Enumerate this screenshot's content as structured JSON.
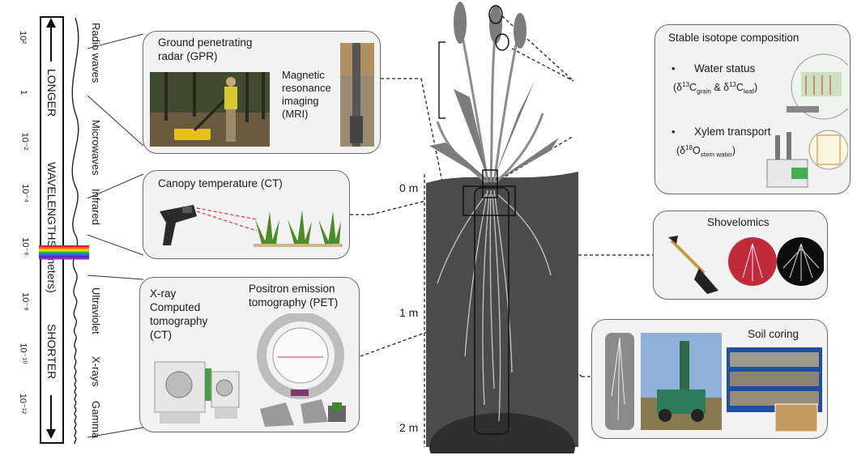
{
  "spectrum": {
    "ticks": [
      "10²",
      "1",
      "10⁻²",
      "10⁻⁴",
      "10⁻⁶",
      "10⁻⁸",
      "10⁻¹⁰",
      "10⁻¹²"
    ],
    "wavelength_label": "WAVELENGTHS (meters)",
    "longer_label": "LONGER",
    "shorter_label": "SHORTER",
    "bands": [
      "Radio waves",
      "Microwaves",
      "Infrared",
      "Ultraviolet",
      "X-rays",
      "Gamma"
    ]
  },
  "panels": {
    "gpr": {
      "title": "Ground penetrating radar (GPR)",
      "line1": "Ground penetrating",
      "line2": "radar (GPR)"
    },
    "mri": {
      "line1": "Magnetic",
      "line2": "resonance",
      "line3": "imaging",
      "line4": "(MRI)"
    },
    "canopy": {
      "title": "Canopy temperature (CT)"
    },
    "xray": {
      "line1": "X-ray",
      "line2": "Computed",
      "line3": "tomography",
      "line4": "(CT)"
    },
    "pet": {
      "line1": "Positron emission",
      "line2": "tomography (PET)"
    },
    "isotope": {
      "title": "Stable isotope composition",
      "water": "Water status",
      "water_formula": "(δ13Cgrain & δ13Cleaf)",
      "xylem": "Xylem transport",
      "xylem_formula": "(δ18Ostem water)"
    },
    "shovelomics": {
      "title": "Shovelomics"
    },
    "soil": {
      "title": "Soil coring"
    }
  },
  "depth": {
    "d0": "0 m",
    "d1": "1 m",
    "d2": "2 m"
  },
  "colors": {
    "panel_bg": "#f2f2f2",
    "soil": "#4a4a4a",
    "laser": "#e03030",
    "green": "#4c8a2a"
  }
}
